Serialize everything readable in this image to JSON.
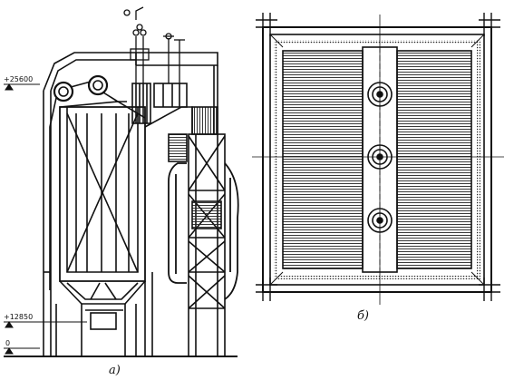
{
  "elevations": {
    "upper": "+25600",
    "middle": "+12850",
    "ground": "0"
  },
  "captions": {
    "left_view": "а)",
    "right_view": "б)"
  },
  "colors": {
    "ink": "#111111",
    "paper": "#ffffff"
  }
}
